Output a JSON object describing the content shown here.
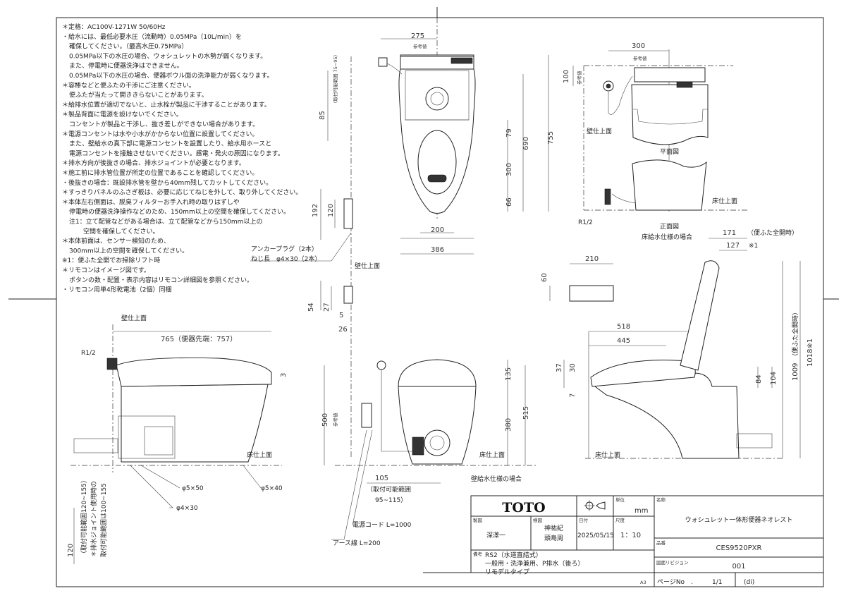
{
  "notes": [
    "＊定格：AC100V-1271W 50/60Hz",
    "・給水には、最低必要水圧（流動時）0.05MPa（10L/min）を",
    "確保してください。（最高水圧0.75MPa）",
    "0.05MPa以下の水圧の場合、ウォシュレットの水勢が弱くなります。",
    "また、停電時に便器洗浄はできません。",
    "0.05MPa以下の水圧の場合、便器ボウル面の洗浄能力が弱くなります。",
    "＊容棒などと便ふたの干渉にご注意ください。",
    "便ふたが当たって開ききらないことがあります。",
    "＊給排水位置が適切でないと、止水栓が製品に干渉することがあります。",
    "＊製品背面に電源を設けないでください。",
    "コンセントが製品と干渉し、抜き差しができない場合があります。",
    "＊電源コンセントは水や小水がかからない位置に設置してください。",
    "また、壁給水の真下部に電源コンセントを設置したり、給水用ホースと",
    "電源コンセントを接触させないでください。感電・発火の原因になります。",
    "＊排水方向が後抜きの場合、排水ジョイントが必要となります。",
    "＊施工前に排水管位置が所定の位置であることを確認してください。",
    "・後抜きの場合：既設排水管を壁から40mm残してカットしてください。",
    "＊すっきりパネルのふさぎ板は、必要に応じてねじを外して、取り外してください。",
    "＊本体左右側面は、脱臭フィルターお手入れ時の取りはずしや",
    "停電時の便器洗浄操作などのため、150mm以上の空間を確保してください。",
    "注1：立て配管などがある場合は、立て配管などから150mm以上の",
    "空間を確保してください。",
    "＊本体前面は、センサー検知のため、",
    "300mm以上の空間を確保してください。",
    "※1：便ふた全開でお掃除リフト時",
    "＊リモコンはイメージ図です。",
    "ボタンの数・配置・表示内容はリモコン詳細図を参照ください。",
    "・リモコン用単4形乾電池（2個）同梱"
  ],
  "dims": {
    "d275": "275",
    "ref1": "参考値",
    "d85": "85",
    "range7595": "（取付可能範囲 75~95）",
    "d79": "79",
    "d690": "690",
    "d755": "755",
    "d300v": "300",
    "d66": "66",
    "d200": "200",
    "d386": "386",
    "d192": "192",
    "d120a": "120",
    "anchor1": "アンカープラグ（2本）",
    "anchor2": "ねじ長　φ4×30（2本）",
    "wall1": "壁仕上面",
    "d54": "54",
    "d27": "27",
    "d5": "5",
    "d26": "26",
    "d300h": "300",
    "ref2": "参考値",
    "d100": "100",
    "ref3": "参考値",
    "wall2": "壁仕上面",
    "plan": "平面図",
    "floor1": "床仕上面",
    "r12a": "R1/2",
    "front": "正面図",
    "floorSupply": "床給水仕様の場合",
    "d171": "171",
    "lidOpen1": "（便ふた全開時）",
    "d127": "127",
    "star1": "※1",
    "d210": "210",
    "d60": "60",
    "d518": "518",
    "d445": "445",
    "d37": "37",
    "d30": "30",
    "d7": "7",
    "d84": "84",
    "d104": "104",
    "d1009": "1009",
    "lidOpen2": "（便ふた全開時）",
    "d1018": "1018※1",
    "floor2": "床仕上面",
    "wall3": "壁仕上面",
    "d765": "765（便器先端：757）",
    "r12b": "R1/2",
    "d3": "3",
    "floor3": "床仕上面",
    "phi550": "φ5×50",
    "phi430": "φ4×30",
    "phi540": "φ5×40",
    "d120b": "120",
    "range120": "（取付可能範囲120~155）",
    "jointNote1": "＊排水ジョイント使用時の",
    "jointNote2": "取付可能範囲は100~155",
    "d500": "500",
    "ref4": "参考値",
    "d135": "135",
    "d515": "515",
    "d380": "380",
    "floor4": "床仕上面",
    "d105": "105",
    "range95a": "（取付可能範囲",
    "range95b": "95~115）",
    "wallSupply": "壁給水仕様の場合",
    "cord": "電源コード L=1000",
    "earth": "アース線 L=200"
  },
  "title_block": {
    "brand": "TOTO",
    "unit_label": "単位",
    "unit": "mm",
    "drawn_label": "製図",
    "drawn_by": "深澤一",
    "checked_label": "検図",
    "checked_by_1": "神祐紀",
    "checked_by_2": "頭島周",
    "date_label": "日付",
    "date": "2025/05/15",
    "scale_label": "尺度",
    "scale": "1：10",
    "name_label": "名称",
    "name": "ウォシュレット一体形便器ネオレスト",
    "part_label": "品番",
    "part_no": "CES9520PXR",
    "rev_label": "図面リビジョン",
    "revision": "001",
    "remarks_label": "備考",
    "remarks_1": "RS2（水道直結式）",
    "remarks_2": "一般用・洗浄兼用、P排水（後ろ）",
    "remarks_3": "リモデルタイプ",
    "sheet_size": "A3",
    "page_label": "ページNo　.",
    "page": "1/1",
    "mark": "(di)"
  }
}
